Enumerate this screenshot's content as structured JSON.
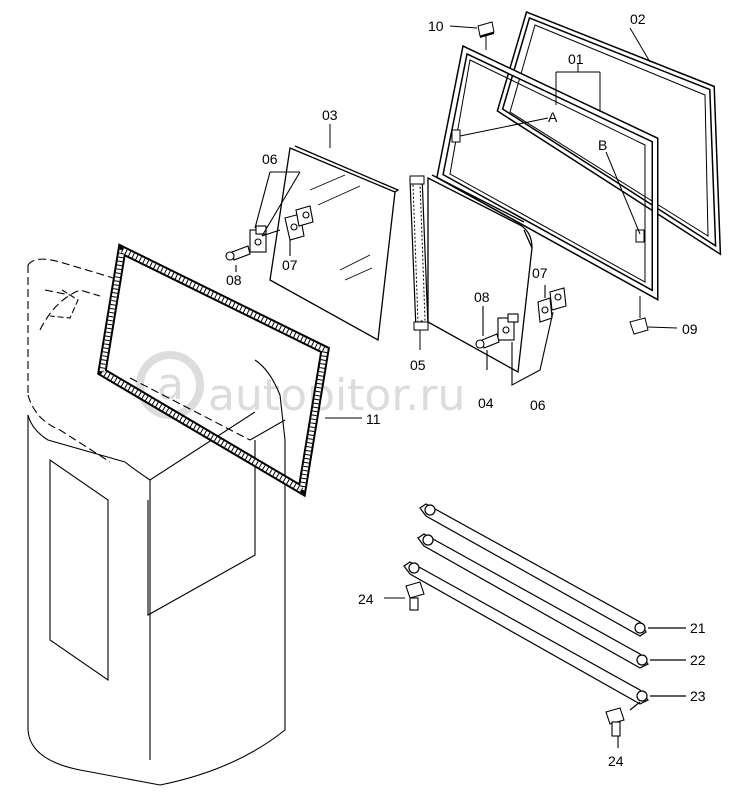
{
  "watermark": {
    "text": "autopitor.ru"
  },
  "labels": {
    "p01": "01",
    "p02": "02",
    "p03": "03",
    "p04": "04",
    "p05": "05",
    "p06a": "06",
    "p06b": "06",
    "p07a": "07",
    "p07b": "07",
    "p08a": "08",
    "p08b": "08",
    "p09": "09",
    "p10": "10",
    "p11": "11",
    "p21": "21",
    "p22": "22",
    "p23": "23",
    "p24a": "24",
    "p24b": "24",
    "ptA": "A",
    "ptB": "B"
  }
}
